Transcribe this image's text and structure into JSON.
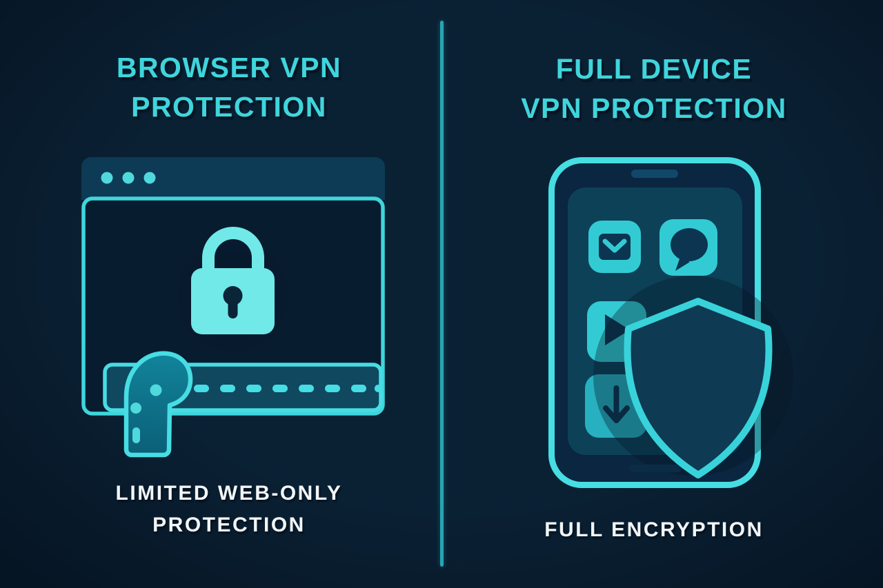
{
  "page": {
    "kind": "vpn-comparison-infographic"
  },
  "colors": {
    "bg": "#0a2134",
    "bg-edge": "#061524",
    "accent": "#3fd5dc",
    "accent-bright": "#70e9e8",
    "accent-phone": "#46dde3",
    "app": "#32cbd4",
    "app-dim": "#27b0bf",
    "topbar": "#0d3a54",
    "window-fill": "#081c30",
    "strip": "#10485f",
    "phone-fill": "#0a2640",
    "screen": "#0d4158",
    "shield-fill": "#0e3a53",
    "plug": "#11849b",
    "plug-deep": "#0b5f77",
    "speaker": "#11486a",
    "divider": "#28a4b2",
    "text-white": "#f2f6f8",
    "dark-glyph": "#0b3550",
    "keyhole": "#0a2438"
  },
  "left_panel": {
    "title": {
      "line1": "BROWSER VPN",
      "line2": "PROTECTION"
    },
    "caption": {
      "line1": "LIMITED WEB-ONLY",
      "line2": "PROTECTION"
    },
    "icons": [
      "browser-window-icon",
      "window-control-dots",
      "padlock-icon",
      "vpn-tunnel-icon",
      "cable-plug-icon"
    ]
  },
  "right_panel": {
    "title": {
      "line1": "FULL DEVICE",
      "line2": "VPN PROTECTION"
    },
    "caption": {
      "line1": "FULL ENCRYPTION"
    },
    "icons": [
      "smartphone-icon",
      "mail-app-icon",
      "chat-app-icon",
      "video-app-icon",
      "download-app-icon",
      "shield-icon"
    ]
  }
}
